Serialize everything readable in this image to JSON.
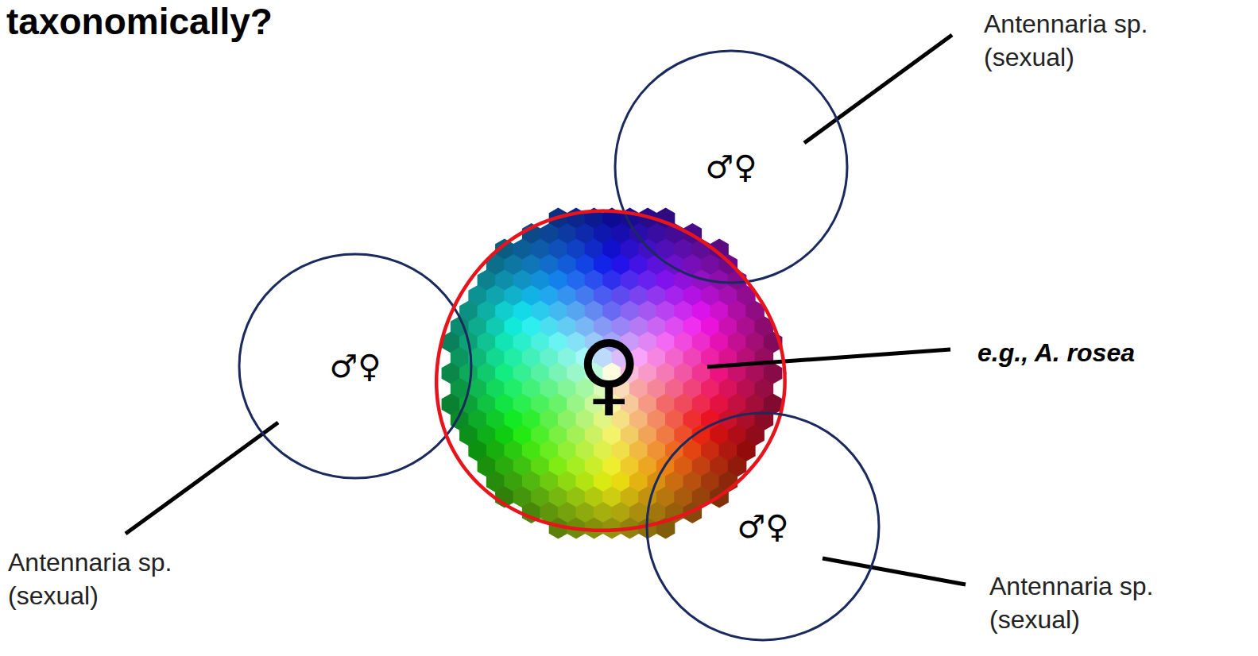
{
  "diagram": {
    "title": "taxonomically?",
    "nodes": [
      {
        "text": [
          "♂♀"
        ]
      },
      {
        "text": [
          "♂♀"
        ]
      },
      {
        "text": [
          "♀"
        ]
      },
      {
        "text": [
          "♂♀"
        ]
      }
    ],
    "labels": [
      "Antennaria sp. (sexual)",
      "e.g., A. rosea",
      "Antennaria sp. (sexual)",
      "Antennaria sp. (sexual)"
    ]
  }
}
